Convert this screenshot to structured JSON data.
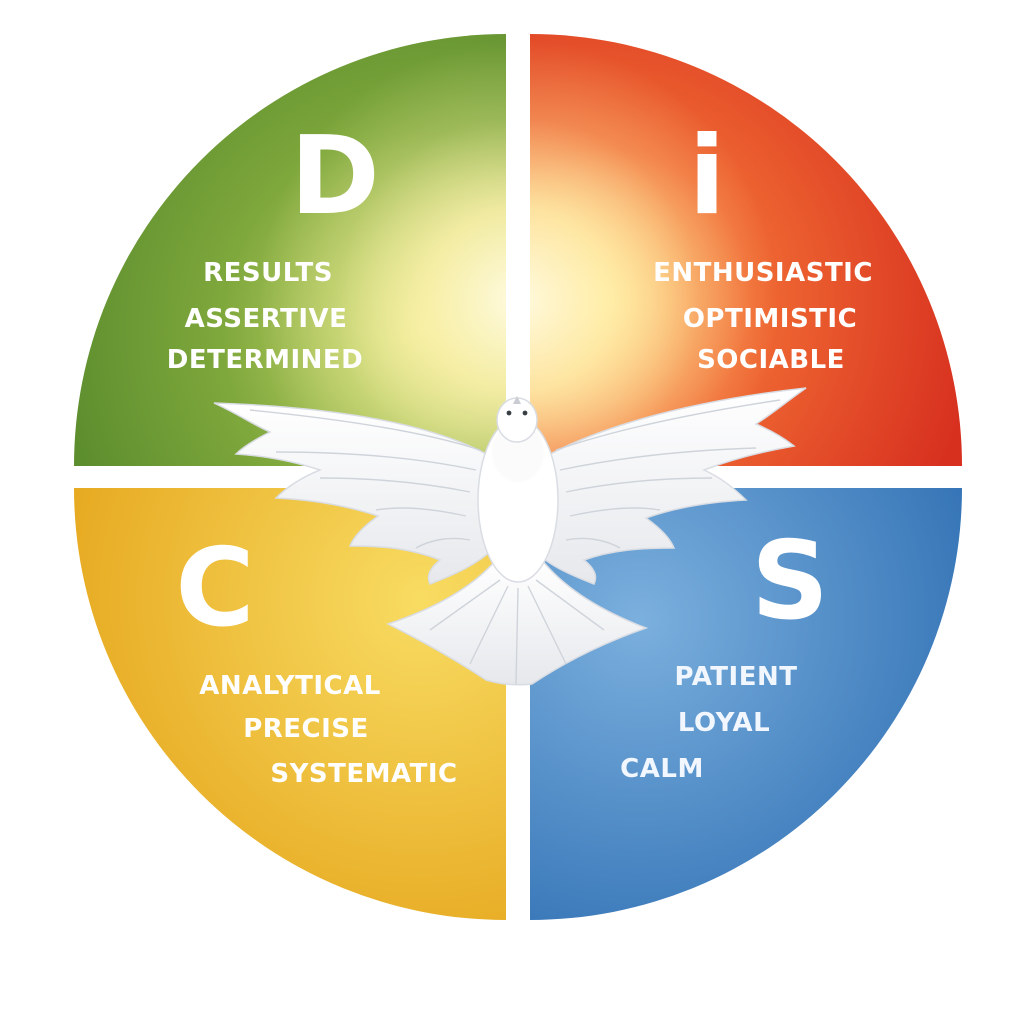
{
  "quadrants": {
    "d": {
      "letter": "D",
      "traits": [
        "RESULTS",
        "ASSERTIVE",
        "DETERMINED"
      ],
      "color": "#6f9e36"
    },
    "i": {
      "letter": "i",
      "traits": [
        "ENTHUSIASTIC",
        "OPTIMISTIC",
        "SOCIABLE"
      ],
      "color": "#e13c2a"
    },
    "c": {
      "letter": "C",
      "traits": [
        "ANALYTICAL",
        "PRECISE",
        "SYSTEMATIC"
      ],
      "color": "#edba2a"
    },
    "s": {
      "letter": "S",
      "traits": [
        "PATIENT",
        "LOYAL",
        "CALM"
      ],
      "color": "#3f7fc0"
    }
  },
  "center_glow_color": "#fff6c8",
  "emblem": "white-dove-icon"
}
